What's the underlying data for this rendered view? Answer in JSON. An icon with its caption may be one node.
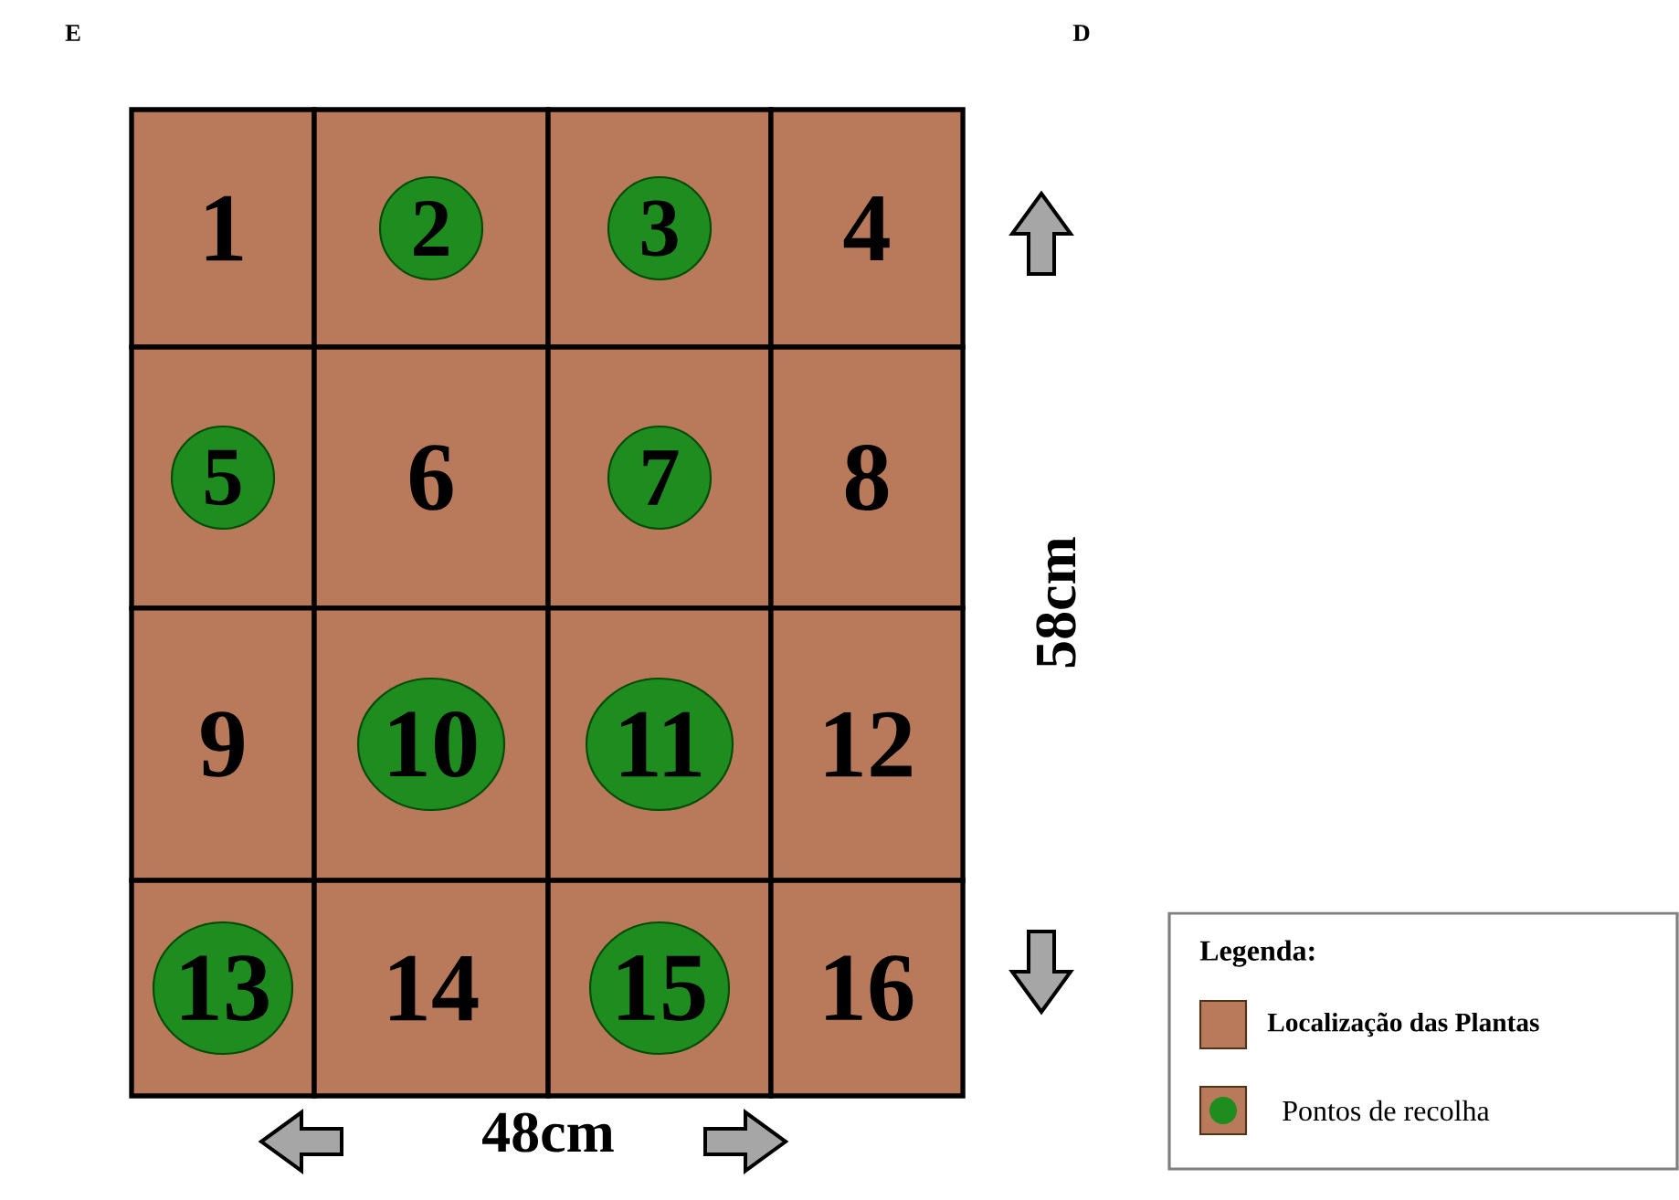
{
  "diagram": {
    "nodes": [
      {
        "text": [
          "1"
        ]
      },
      {
        "text": [],
        "shape": "box"
      },
      {
        "text": [
          "2"
        ],
        "in": 1
      },
      {
        "text": [],
        "shape": "box"
      },
      {
        "text": [
          "3"
        ],
        "in": 3
      },
      {
        "text": [
          "4"
        ]
      },
      {
        "text": [],
        "shape": "box"
      },
      {
        "text": [
          "5"
        ],
        "in": 6
      },
      {
        "text": [
          "6"
        ]
      },
      {
        "text": [],
        "shape": "box"
      },
      {
        "text": [
          "7"
        ],
        "in": 9
      },
      {
        "text": [
          "8"
        ]
      },
      {
        "text": [
          "9"
        ]
      },
      {
        "text": [],
        "shape": "box"
      },
      {
        "text": [
          "10"
        ],
        "in": 13
      },
      {
        "text": [],
        "shape": "box"
      },
      {
        "text": [
          "11"
        ],
        "in": 15
      },
      {
        "text": [
          "12"
        ]
      },
      {
        "text": [],
        "shape": "box"
      },
      {
        "text": [
          "13"
        ],
        "in": 18
      },
      {
        "text": [
          "14"
        ]
      },
      {
        "text": [],
        "shape": "box"
      },
      {
        "text": [
          "15"
        ],
        "in": 21
      },
      {
        "text": [
          "16"
        ]
      }
    ],
    "labels": [
      "E",
      "D",
      "58cm",
      "48cm",
      "Legenda:"
    ],
    "legend": [
      {
        "text": "Localização das Plantas",
        "color": "#b87a5a"
      },
      {
        "text": "Pontos de recolha"
      }
    ]
  }
}
